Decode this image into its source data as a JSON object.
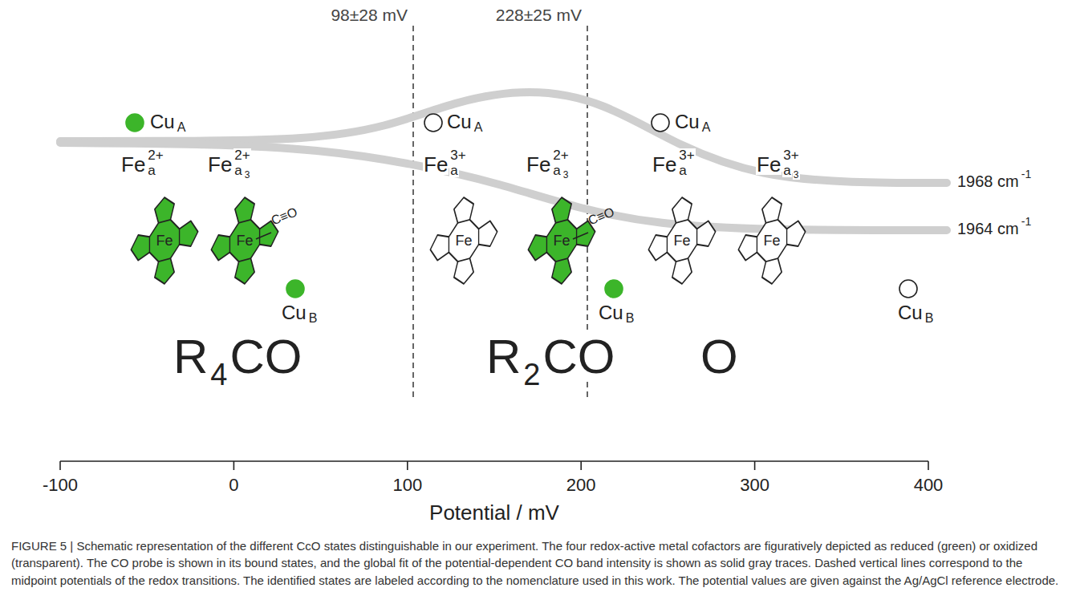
{
  "diagram": {
    "caption": "FIGURE 5 | Schematic representation of the different CcO states distinguishable in our experiment. The four redox-active metal cofactors are figuratively depicted as reduced (green) or oxidized (transparent). The CO probe is shown in its bound states, and the global fit of the potential-dependent CO band intensity is shown as solid gray traces. Dashed vertical lines correspond to the midpoint potentials of the redox transitions. The identified states are labeled according to the nomenclature used in this work. The potential values are given against the Ag/AgCl reference electrode.",
    "nodes": [
      {
        "text": [
          "Fe"
        ]
      },
      {
        "text": [
          "Fe"
        ]
      },
      {
        "text": [
          "Fe"
        ]
      },
      {
        "text": [
          "Fe"
        ]
      },
      {
        "text": [
          "Fe"
        ]
      },
      {
        "text": [
          "Fe"
        ]
      }
    ],
    "labels": [
      "98±28 mV",
      "228±25 mV",
      "Cu",
      "A",
      "Fe",
      "a",
      "2+",
      "Fe",
      "a",
      "3",
      "2+",
      "C≡O",
      "Cu",
      "B",
      "R",
      "4",
      "CO",
      "Cu",
      "A",
      "Fe",
      "a",
      "3+",
      "Fe",
      "a",
      "3",
      "2+",
      "C≡O",
      "Cu",
      "B",
      "R",
      "2",
      "CO",
      "Cu",
      "A",
      "Fe",
      "a",
      "3+",
      "Fe",
      "a",
      "3",
      "3+",
      "Cu",
      "B",
      "O",
      "1968 cm",
      "-1",
      "1964 cm",
      "-1",
      "-100",
      "0",
      "100",
      "200",
      "300",
      "400",
      "Potential / mV"
    ]
  }
}
